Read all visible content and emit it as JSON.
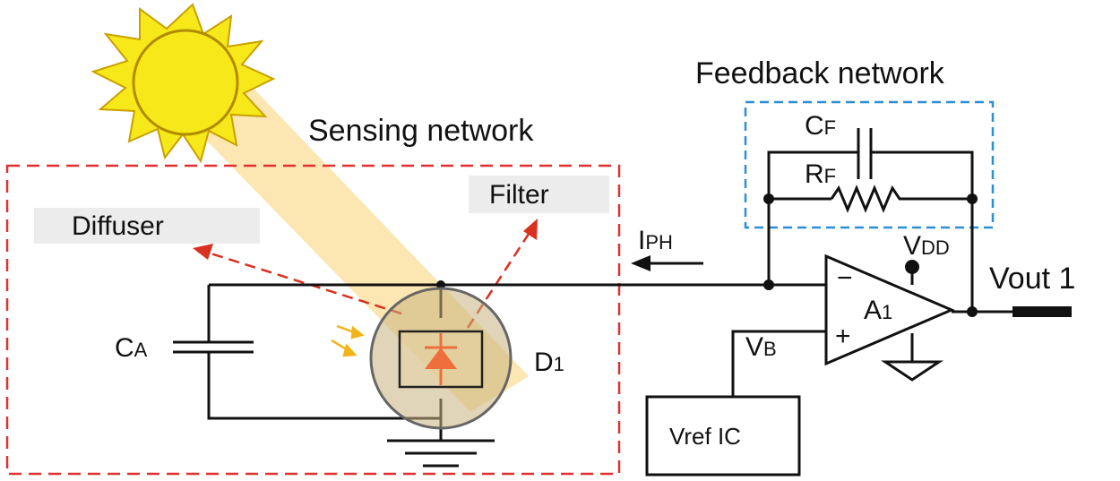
{
  "labels": {
    "sensing_network": "Sensing network",
    "feedback_network": "Feedback network",
    "diffuser": "Diffuser",
    "filter": "Filter",
    "ca": "C",
    "ca_sub": "A",
    "d1": "D",
    "d1_sub": "1",
    "cf": "C",
    "cf_sub": "F",
    "rf": "R",
    "rf_sub": "F",
    "iph": "I",
    "iph_sub": "PH",
    "vdd": "V",
    "vdd_sub": "DD",
    "vb": "V",
    "vb_sub": "B",
    "a1": "A",
    "a1_sub": "1",
    "minus": "−",
    "plus": "+",
    "vout": "Vout 1",
    "vref": "Vref IC"
  },
  "colors": {
    "sensing_border": "#e03030",
    "feedback_border": "#2a8fd6",
    "sun_fill": "#f7e81a",
    "sun_outline": "#c9a000",
    "beam": "#fbe2a4",
    "arrow_red": "#d9301f",
    "diode": "#ee6e3c",
    "photodiode_body": "#c8b380",
    "label_box": "#ececec"
  },
  "icons": {
    "sun": "sun-icon",
    "capacitor": "capacitor-icon",
    "resistor": "resistor-icon",
    "diode": "diode-icon",
    "opamp": "op-amp-icon",
    "ground": "ground-icon"
  }
}
